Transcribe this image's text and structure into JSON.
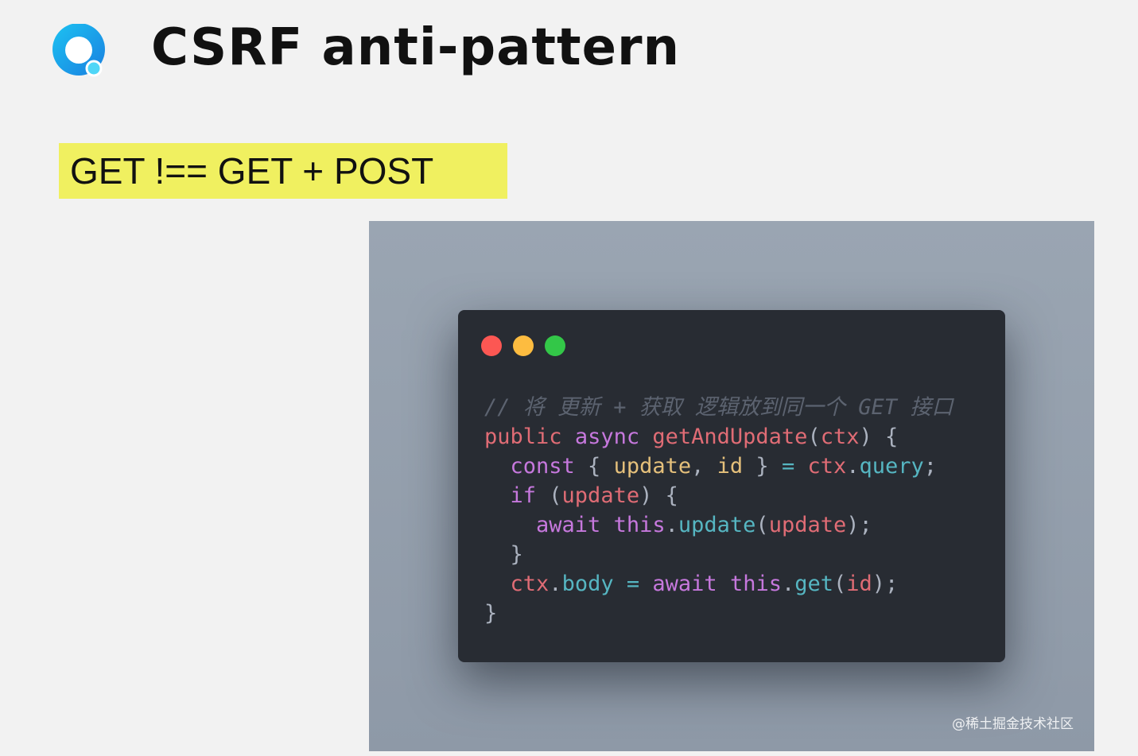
{
  "slide": {
    "title": "CSRF anti-pattern",
    "subtitle": "GET !== GET + POST"
  },
  "logo": {
    "icon": "q-logo-icon",
    "color_outer": "#1aa0e8",
    "color_inner": "#ffffff"
  },
  "code_window": {
    "traffic_lights": [
      "#fc5753",
      "#fdbc40",
      "#33c748"
    ],
    "lines": [
      {
        "tokens": [
          {
            "t": "// 将 更新 + 获取 逻辑放到同一个 GET 接口",
            "c": "comment"
          }
        ]
      },
      {
        "tokens": [
          {
            "t": "public",
            "c": "fn-red"
          },
          {
            "t": " ",
            "c": "punc"
          },
          {
            "t": "async",
            "c": "kw"
          },
          {
            "t": " ",
            "c": "punc"
          },
          {
            "t": "getAndUpdate",
            "c": "fn-red"
          },
          {
            "t": "(",
            "c": "punc"
          },
          {
            "t": "ctx",
            "c": "var"
          },
          {
            "t": ") {",
            "c": "punc"
          }
        ]
      },
      {
        "tokens": [
          {
            "t": "  ",
            "c": "punc"
          },
          {
            "t": "const",
            "c": "kw"
          },
          {
            "t": " { ",
            "c": "punc"
          },
          {
            "t": "update",
            "c": "fn"
          },
          {
            "t": ", ",
            "c": "punc"
          },
          {
            "t": "id",
            "c": "fn"
          },
          {
            "t": " } ",
            "c": "punc"
          },
          {
            "t": "=",
            "c": "prop"
          },
          {
            "t": " ",
            "c": "punc"
          },
          {
            "t": "ctx",
            "c": "var"
          },
          {
            "t": ".",
            "c": "punc"
          },
          {
            "t": "query",
            "c": "prop"
          },
          {
            "t": ";",
            "c": "punc"
          }
        ]
      },
      {
        "tokens": [
          {
            "t": "  ",
            "c": "punc"
          },
          {
            "t": "if",
            "c": "kw"
          },
          {
            "t": " (",
            "c": "punc"
          },
          {
            "t": "update",
            "c": "var"
          },
          {
            "t": ") {",
            "c": "punc"
          }
        ]
      },
      {
        "tokens": [
          {
            "t": "    ",
            "c": "punc"
          },
          {
            "t": "await",
            "c": "kw"
          },
          {
            "t": " ",
            "c": "punc"
          },
          {
            "t": "this",
            "c": "kw"
          },
          {
            "t": ".",
            "c": "punc"
          },
          {
            "t": "update",
            "c": "prop"
          },
          {
            "t": "(",
            "c": "punc"
          },
          {
            "t": "update",
            "c": "var"
          },
          {
            "t": ");",
            "c": "punc"
          }
        ]
      },
      {
        "tokens": [
          {
            "t": "  }",
            "c": "punc"
          }
        ]
      },
      {
        "tokens": [
          {
            "t": "  ",
            "c": "punc"
          },
          {
            "t": "ctx",
            "c": "var"
          },
          {
            "t": ".",
            "c": "punc"
          },
          {
            "t": "body",
            "c": "prop"
          },
          {
            "t": " ",
            "c": "punc"
          },
          {
            "t": "=",
            "c": "prop"
          },
          {
            "t": " ",
            "c": "punc"
          },
          {
            "t": "await",
            "c": "kw"
          },
          {
            "t": " ",
            "c": "punc"
          },
          {
            "t": "this",
            "c": "kw"
          },
          {
            "t": ".",
            "c": "punc"
          },
          {
            "t": "get",
            "c": "prop"
          },
          {
            "t": "(",
            "c": "punc"
          },
          {
            "t": "id",
            "c": "var"
          },
          {
            "t": ");",
            "c": "punc"
          }
        ]
      },
      {
        "tokens": [
          {
            "t": "}",
            "c": "punc"
          }
        ]
      }
    ]
  },
  "watermark": "@稀土掘金技术社区"
}
